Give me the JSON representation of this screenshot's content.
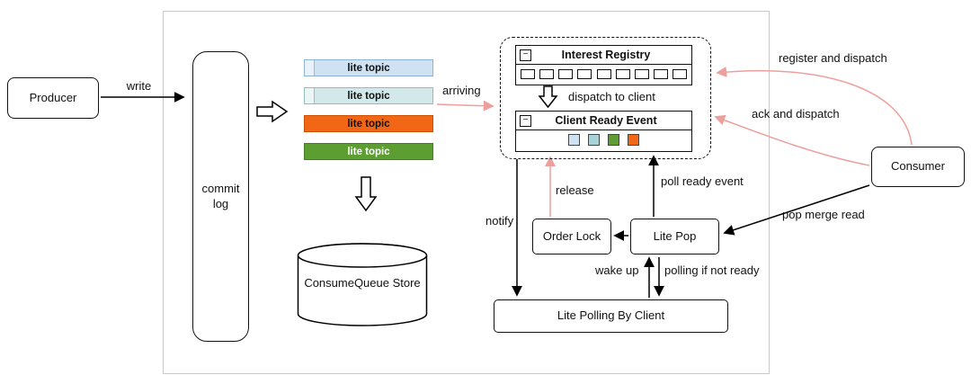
{
  "nodes": {
    "producer": "Producer",
    "commit_log": "commit log",
    "consume_queue_store": "ConsumeQueue Store",
    "interest_registry": "Interest Registry",
    "client_ready_event": "Client Ready Event",
    "consumer": "Consumer",
    "order_lock": "Order Lock",
    "lite_pop": "Lite Pop",
    "lite_polling_by_client": "Lite Polling By Client"
  },
  "edge_labels": {
    "write": "write",
    "arriving": "arriving",
    "dispatch_to_client": "dispatch to client",
    "register_and_dispatch": "register and dispatch",
    "ack_and_dispatch": "ack and dispatch",
    "pop_merge_read": "pop merge read",
    "poll_ready_event": "poll ready event",
    "release": "release",
    "notify": "notify",
    "wake_up": "wake up",
    "polling_if_not_ready": "polling if not ready"
  },
  "lite_topics": [
    {
      "label": "lite topic",
      "bg": "#cfe2f3",
      "border": "#8db3d6",
      "text": "#111111"
    },
    {
      "label": "lite topic",
      "bg": "#d3e8ea",
      "border": "#93bcc0",
      "text": "#111111"
    },
    {
      "label": "lite topic",
      "bg": "#f26716",
      "border": "#cc5104",
      "text": "#111111"
    },
    {
      "label": "lite topic",
      "bg": "#5d9e32",
      "border": "#477d24",
      "text": "#ffffff"
    }
  ],
  "client_ready_squares": [
    "#cfe2f3",
    "#a6d3d8",
    "#5d9e32",
    "#f26716"
  ],
  "interest_registry_slot_count": 9,
  "icons": {
    "collapse_glyph": "−"
  },
  "colors": {
    "pink_arrow": "#ef9f9b",
    "black_arrow": "#000000",
    "frame_border": "#c9c9c9"
  }
}
